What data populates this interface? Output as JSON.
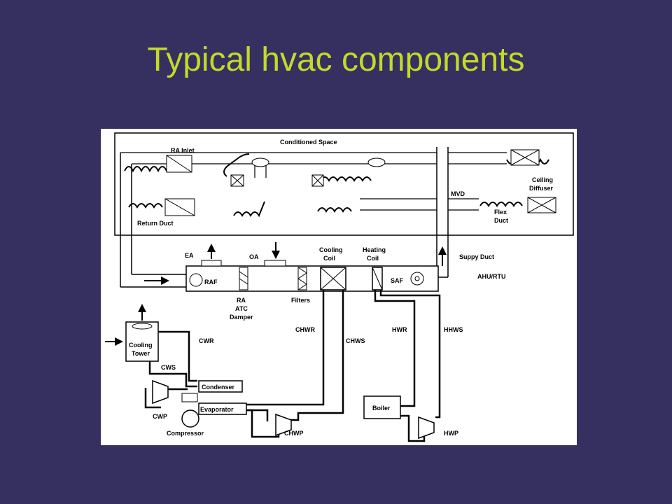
{
  "slide": {
    "title": "Typical hvac components"
  },
  "diagram": {
    "labels": {
      "conditioned_space": "Conditioned Space",
      "ra_inlet": "RA Inlet",
      "return_duct": "Return Duct",
      "ceiling_diffuser_1": "Ceiling",
      "ceiling_diffuser_2": "Diffuser",
      "mvd": "MVD",
      "flex_duct_1": "Flex",
      "flex_duct_2": "Duct",
      "ea": "EA",
      "oa": "OA",
      "cooling_coil_1": "Cooling",
      "cooling_coil_2": "Coil",
      "heating_coil_1": "Heating",
      "heating_coil_2": "Coil",
      "supply_duct": "Suppy Duct",
      "ahu_rtu": "AHU/RTU",
      "raf": "RAF",
      "saf": "SAF",
      "ra_atc_damper_1": "RA",
      "ra_atc_damper_2": "ATC",
      "ra_atc_damper_3": "Damper",
      "filters": "Filters",
      "cooling_tower_1": "Cooling",
      "cooling_tower_2": "Tower",
      "cwr": "CWR",
      "cws": "CWS",
      "condenser": "Condenser",
      "evaporator": "Evaporator",
      "cwp": "CWP",
      "compressor": "Compressor",
      "chwr": "CHWR",
      "chws": "CHWS",
      "chwp": "CHWP",
      "hwr": "HWR",
      "hhws": "HHWS",
      "boiler": "Boiler",
      "hwp": "HWP"
    }
  }
}
